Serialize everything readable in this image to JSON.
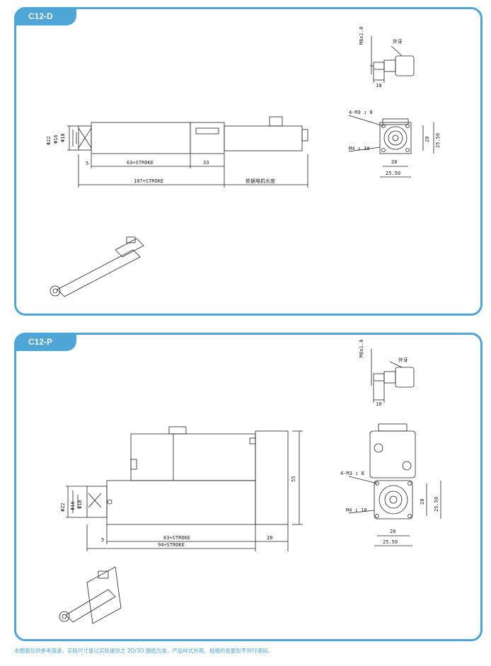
{
  "colors": {
    "accent": "#4da6d6",
    "line": "#222222"
  },
  "panels": [
    {
      "label": "C12-D",
      "thread_callout": {
        "thread_spec": "M6x1.0",
        "thread_label": "外牙",
        "len_10": "10"
      },
      "side": {
        "dia22": "Φ22",
        "dia16": "Φ16",
        "dia10": "Φ10",
        "d5": "5",
        "stroke": "63+STROKE",
        "d33": "33",
        "total": "107+STROKE",
        "motor": "依据电机长度"
      },
      "face": {
        "m3": "4-M3 ↧ 8",
        "m4": "M4 ↧ 10",
        "w20": "20",
        "w25": "25.50",
        "h20": "20",
        "h25": "25.50"
      }
    },
    {
      "label": "C12-P",
      "thread_callout": {
        "thread_spec": "M6x1.0",
        "thread_label": "外牙",
        "len_10": "10"
      },
      "side": {
        "dia22": "Φ22",
        "dia16": "Φ16",
        "dia10": "Φ10",
        "d5": "5",
        "stroke": "63+STROKE",
        "d20": "20",
        "total": "94+STROKE",
        "h55": "55"
      },
      "face": {
        "m3": "4-M3 ↧ 8",
        "m4": "M4 ↧ 10",
        "w20": "20",
        "w25": "25.50",
        "h20": "20",
        "h25": "25.50"
      }
    }
  ],
  "footer": "本图面仅供参考用途，实际尺寸皆以实际提供之 2D/3D 图纸为准，产品样式外观、规格的变更恕不另行通知。"
}
